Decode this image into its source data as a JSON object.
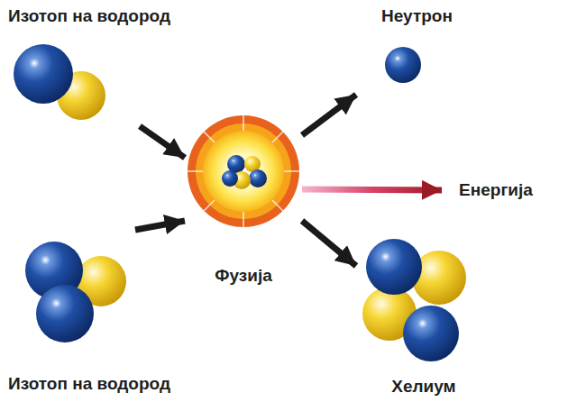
{
  "diagram": {
    "nodes": [
      {
        "text": [
          "Изотоп на водород"
        ]
      },
      {
        "text": [
          "Изотоп на водород"
        ]
      },
      {
        "text": [
          "Фузија"
        ]
      },
      {
        "text": [
          "Неутрон"
        ]
      },
      {
        "text": [
          "Енергија"
        ]
      },
      {
        "text": [
          "Хелиум"
        ]
      }
    ],
    "edges": [
      {
        "from": 0,
        "to": 2,
        "arrow": "to"
      },
      {
        "from": 1,
        "to": 2,
        "arrow": "to"
      },
      {
        "from": 2,
        "to": 3,
        "arrow": "to"
      },
      {
        "from": 2,
        "to": 4,
        "arrow": "to"
      },
      {
        "from": 2,
        "to": 5,
        "arrow": "to"
      }
    ]
  }
}
